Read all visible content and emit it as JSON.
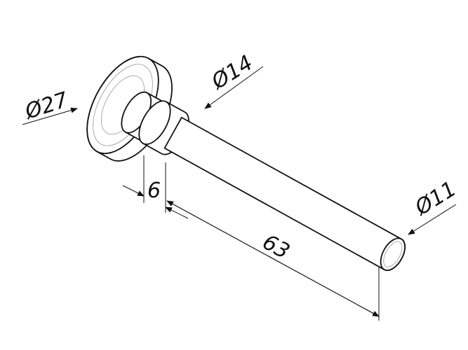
{
  "drawing": {
    "title": "Shaft with flange",
    "dimensions": {
      "flange_diameter": "Ø27",
      "collar_diameter": "Ø14",
      "shaft_diameter": "Ø11",
      "collar_length": "6",
      "shaft_length": "63"
    },
    "line_color": "#111111"
  }
}
